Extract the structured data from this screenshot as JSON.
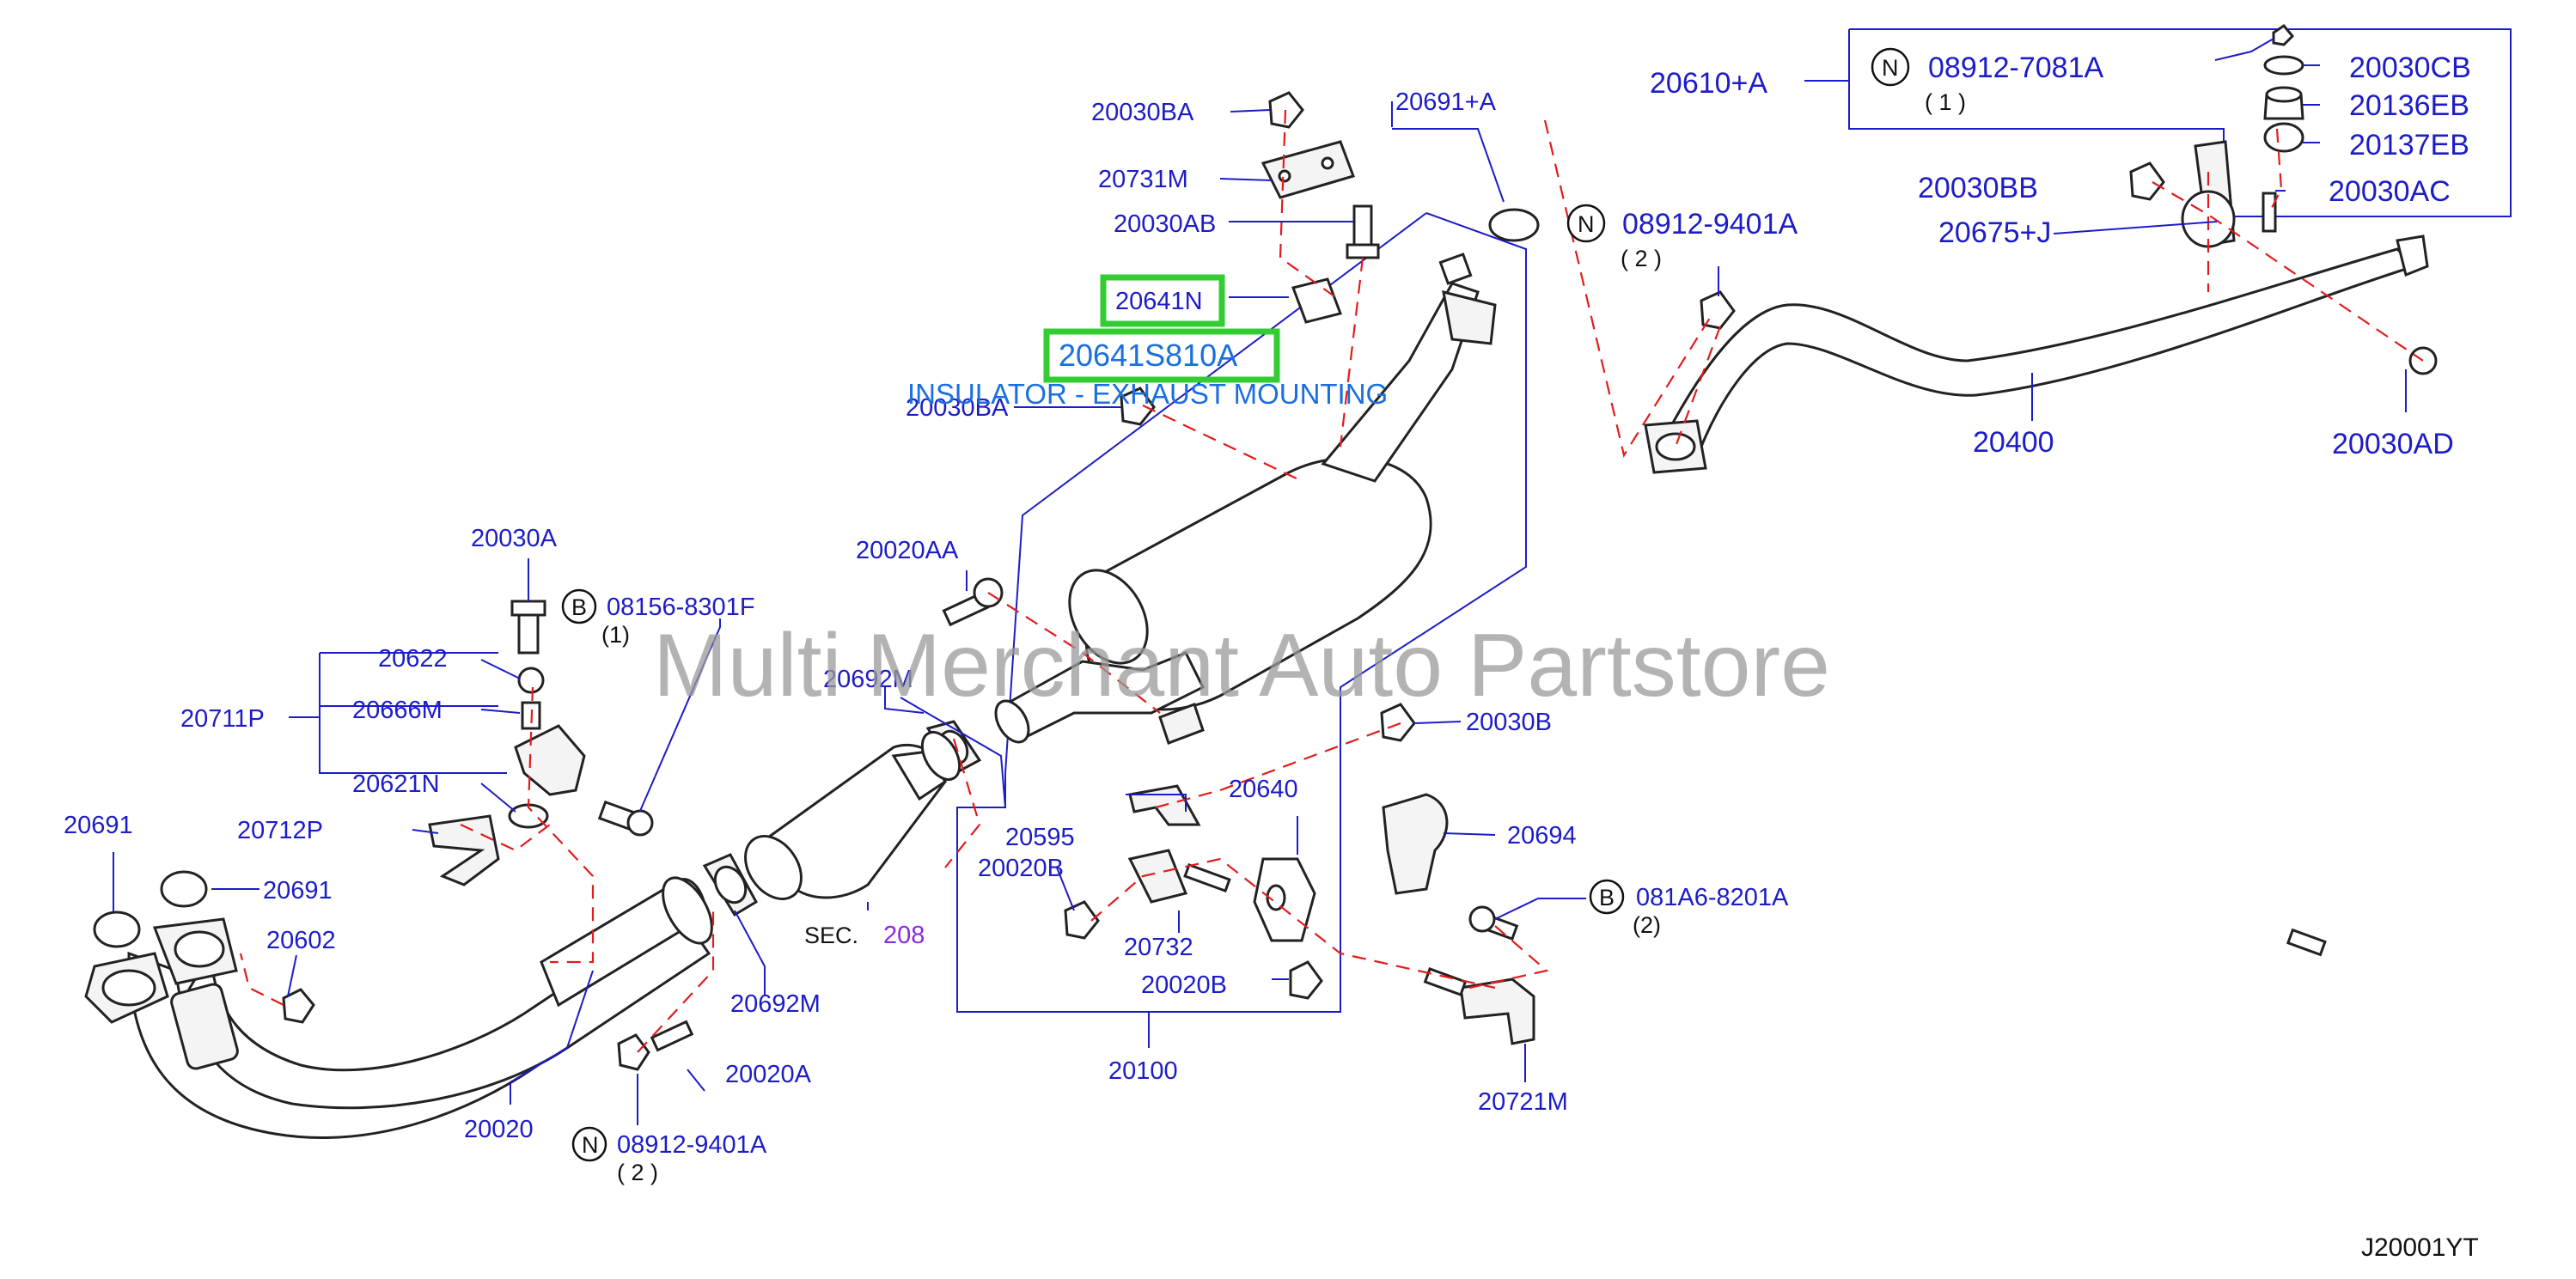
{
  "diagram": {
    "code": "J20001YT",
    "watermark": "Multi Merchant Auto Partstore",
    "highlight": {
      "part": "20641N",
      "oem": "20641S810A",
      "description": "INSULATOR - EXHAUST MOUNTING"
    },
    "labels": {
      "p20030BA_top": "20030BA",
      "p20691A": "20691+A",
      "p20731M": "20731M",
      "p20030AB": "20030AB",
      "p20030BA_mid": "20030BA",
      "p20610A": "20610+A",
      "p20030CB": "20030CB",
      "p20136EB": "20136EB",
      "p20137EB": "20137EB",
      "p20030BB": "20030BB",
      "p20030AC": "20030AC",
      "p20675J": "20675+J",
      "p20400": "20400",
      "p20030AD": "20030AD",
      "p20030A": "20030A",
      "p20622": "20622",
      "p20711P": "20711P",
      "p20666M": "20666M",
      "p20621N": "20621N",
      "p20712P": "20712P",
      "p20691_a": "20691",
      "p20691_b": "20691",
      "p20602": "20602",
      "p20020AA": "20020AA",
      "p20692M_a": "20692M",
      "p20692M_b": "20692M",
      "p20020A": "20020A",
      "p20020": "20020",
      "sec": "SEC.",
      "sec_num": "208",
      "p20030B": "20030B",
      "p20640": "20640",
      "p20595": "20595",
      "p20020B_a": "20020B",
      "p20732": "20732",
      "p20020B_b": "20020B",
      "p20100": "20100",
      "p20694": "20694",
      "p20721M": "20721M"
    },
    "callouts": [
      {
        "symbol": "N",
        "part": "08912-7081A",
        "qty": "( 1 )"
      },
      {
        "symbol": "N",
        "part": "08912-9401A",
        "qty": "( 2 )"
      },
      {
        "symbol": "B",
        "part": "08156-8301F",
        "qty": "(1)"
      },
      {
        "symbol": "B",
        "part": "081A6-8201A",
        "qty": "(2)"
      },
      {
        "symbol": "N",
        "part": "08912-9401A",
        "qty": "( 2 )"
      }
    ],
    "colors": {
      "label": "#1c1cc8",
      "highlight_text": "#1a6fe0",
      "highlight_box": "#33cc33",
      "dash": "#e31b1b",
      "section": "#8a2be2"
    }
  }
}
